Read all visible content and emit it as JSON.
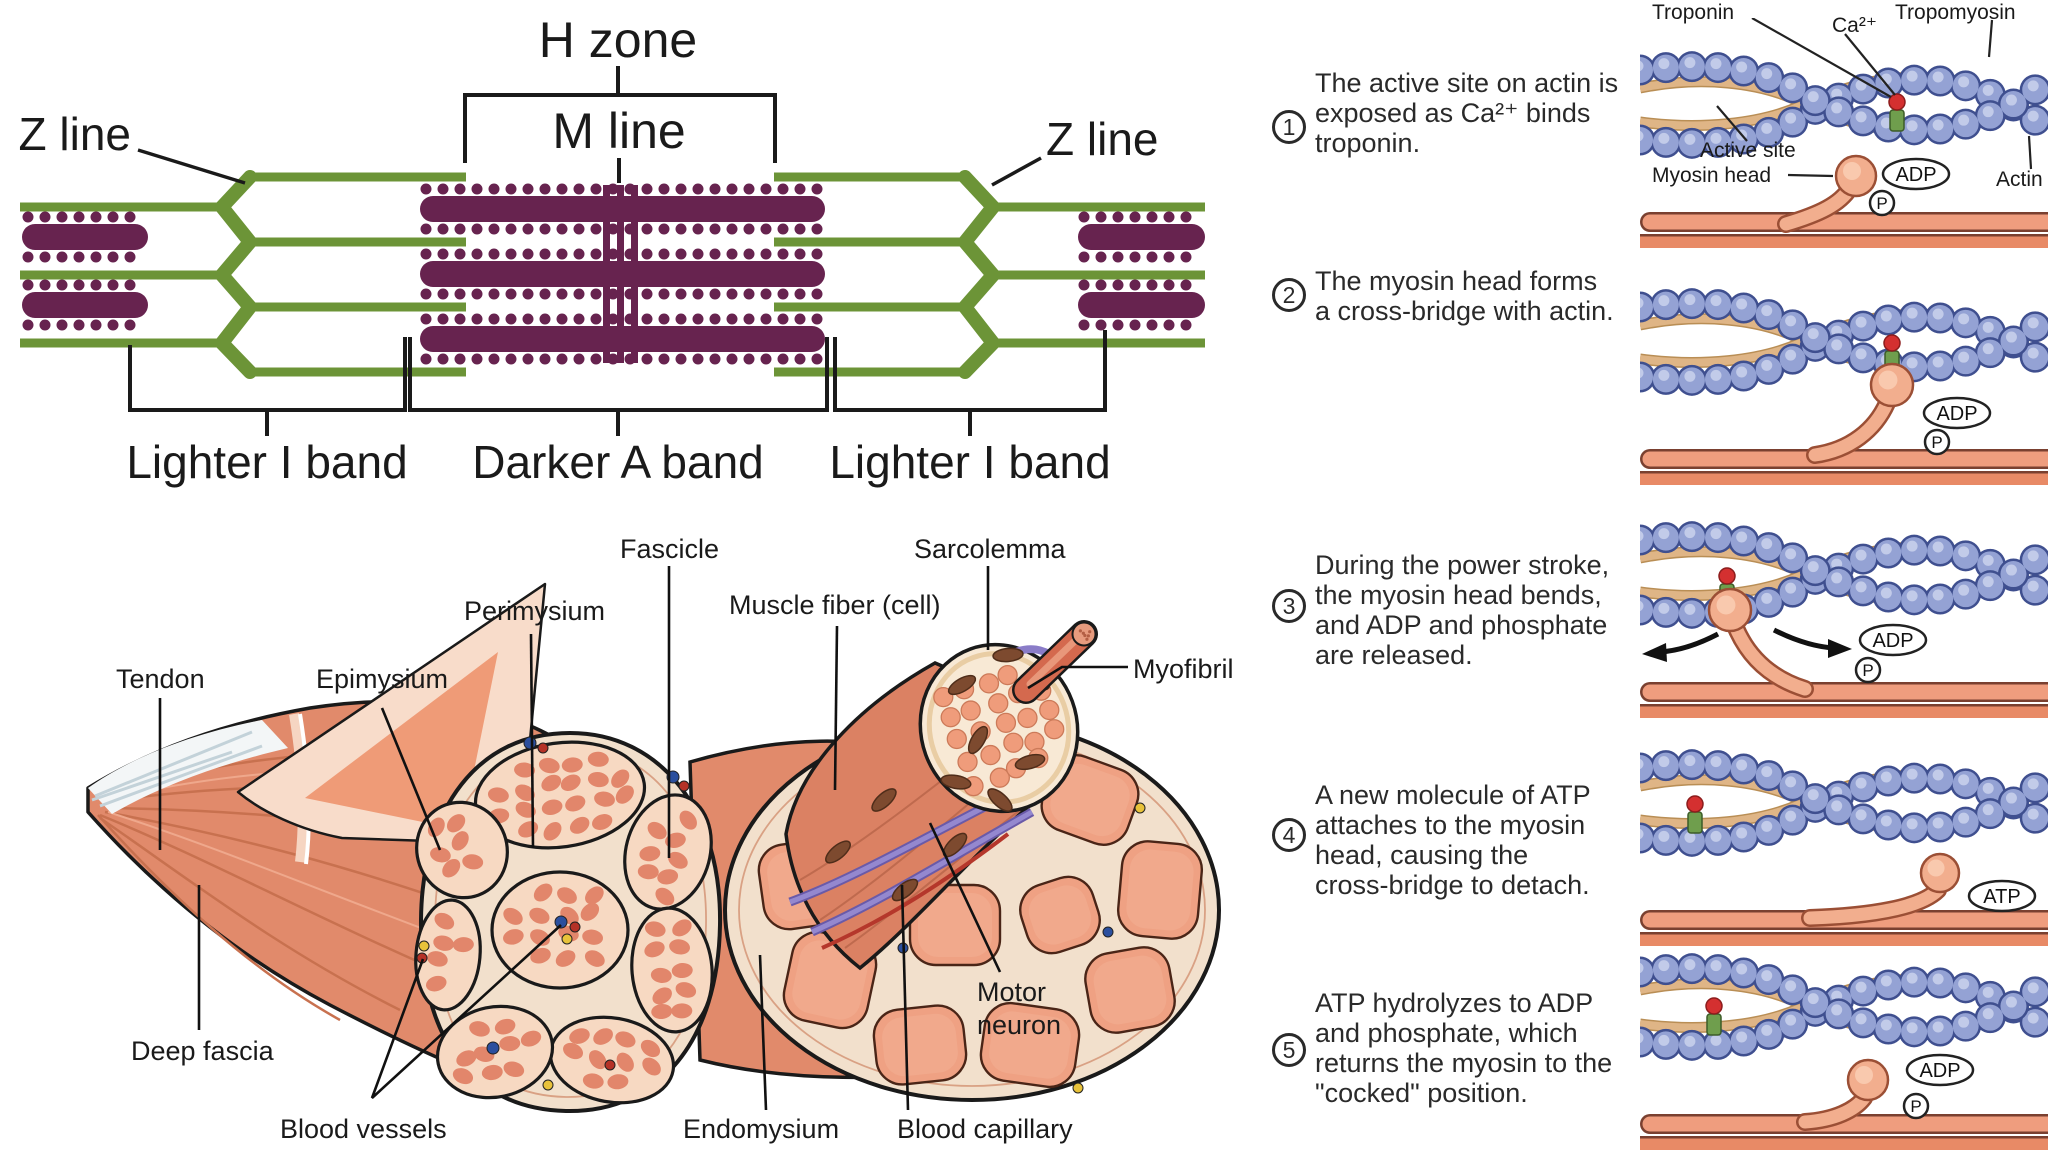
{
  "sarcomere": {
    "labels": {
      "h_zone": "H zone",
      "m_line": "M line",
      "z_line_left": "Z line",
      "z_line_right": "Z line",
      "i_band_left": "Lighter I band",
      "a_band": "Darker A band",
      "i_band_right": "Lighter I band"
    }
  },
  "muscle": {
    "labels": {
      "tendon": "Tendon",
      "epimysium": "Epimysium",
      "perimysium": "Perimysium",
      "fascicle": "Fascicle",
      "muscle_fiber": "Muscle fiber (cell)",
      "sarcolemma": "Sarcolemma",
      "myofibril": "Myofibril",
      "deep_fascia": "Deep fascia",
      "blood_vessels": "Blood vessels",
      "endomysium": "Endomysium",
      "blood_capillary": "Blood capillary",
      "motor_neuron_line1": "Motor",
      "motor_neuron_line2": "neuron"
    }
  },
  "contraction_cycle": {
    "steps": [
      {
        "number": "1",
        "lines": [
          "The active site on actin is",
          "exposed as Ca²⁺ binds",
          "troponin."
        ],
        "molecules": [
          "ADP",
          "P"
        ]
      },
      {
        "number": "2",
        "lines": [
          "The myosin head forms",
          "a cross-bridge with actin."
        ],
        "molecules": [
          "ADP",
          "P"
        ]
      },
      {
        "number": "3",
        "lines": [
          "During the power stroke,",
          "the myosin head bends,",
          "and ADP and phosphate",
          "are released."
        ],
        "molecules": [
          "ADP",
          "P"
        ]
      },
      {
        "number": "4",
        "lines": [
          "A new molecule of ATP",
          "attaches to the myosin",
          "head, causing the",
          "cross-bridge to detach."
        ],
        "molecules": [
          "ATP"
        ]
      },
      {
        "number": "5",
        "lines": [
          "ATP hydrolyzes to ADP",
          "and phosphate, which",
          "returns the myosin to the",
          "\"cocked\" position."
        ],
        "molecules": [
          "ADP",
          "P"
        ]
      }
    ],
    "diagram_labels": {
      "troponin": "Troponin",
      "ca": "Ca²⁺",
      "tropomyosin": "Tropomyosin",
      "active_site": "Active site",
      "myosin_head": "Myosin head",
      "actin": "Actin"
    }
  },
  "colors": {
    "thin_filament_green": "#6c9437",
    "thick_filament_maroon": "#67234f",
    "muscle_salmon": "#e18a6b",
    "cross_section_cream": "#f2e0cc",
    "actin_bead_blue": "#94a2d4",
    "tropomyosin_tan": "#dfb586",
    "myosin_head_salmon": "#f2ae8e",
    "motor_neuron_purple": "#8a7cc8",
    "calcium_red": "#d43030",
    "troponin_green": "#6f9e4d"
  }
}
